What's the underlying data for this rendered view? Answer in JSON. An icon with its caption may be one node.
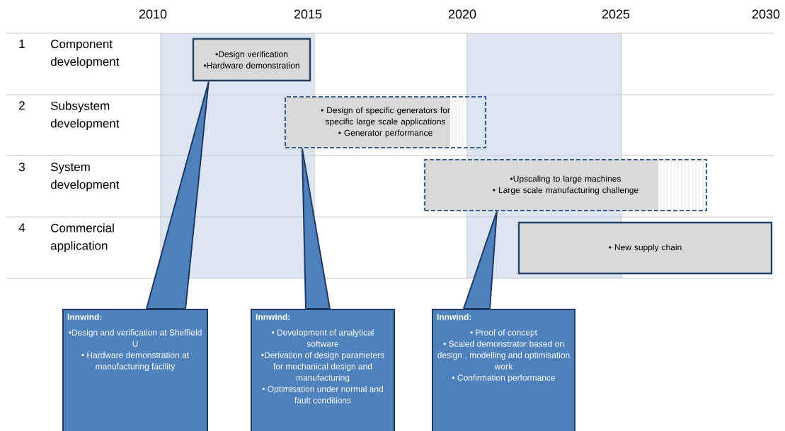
{
  "diagram": {
    "nodes": [
      {
        "text": [
          "•Design verification",
          "•Hardware demonstration"
        ]
      },
      {
        "text": [
          "• Design of specific generators for specific large scale applications",
          "• Generator performance"
        ]
      },
      {
        "text": [
          "•Upscaling to large machines",
          "• Large scale manufacturing challenge"
        ]
      },
      {
        "text": [
          "• New supply chain"
        ]
      },
      {
        "text": [
          "Innwind:",
          "•Design and verification at Sheffield U",
          "• Hardware demonstration at manufacturing facility"
        ]
      },
      {
        "text": [
          "Innwind:",
          "• Development of analytical software",
          "•Derivation of design parameters for mechanical design and manufacturing",
          "• Optimisation under normal and fault conditions"
        ]
      },
      {
        "text": [
          "Innwind:",
          "• Proof of concept",
          "• Scaled demonstrator based on design , modelling and optimisation work",
          "• Confirmation performance"
        ]
      }
    ],
    "edges": [
      {
        "from": 4,
        "to": 0,
        "arrow": "none"
      },
      {
        "from": 5,
        "to": 1,
        "arrow": "none"
      },
      {
        "from": 6,
        "to": 2,
        "arrow": "none"
      }
    ],
    "labels": [
      "2010",
      "2015",
      "2020",
      "2025",
      "2030",
      "1",
      "Component development",
      "2",
      "Subsystem development",
      "3",
      "System development",
      "4",
      "Commercial application"
    ]
  }
}
